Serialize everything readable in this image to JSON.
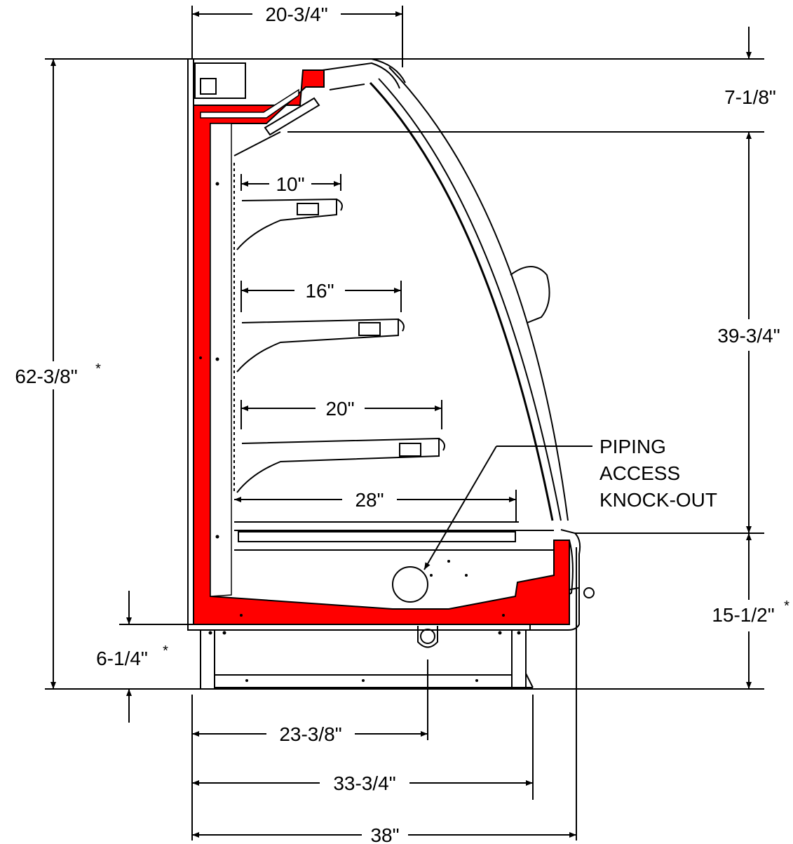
{
  "colors": {
    "insulation": "#ff0000",
    "line": "#000000",
    "background": "#ffffff"
  },
  "dimensions": {
    "top_width": "20-3/4\"",
    "canopy_height": "7-1/8\"",
    "display_height": "39-3/4\"",
    "overall_height": "62-3/8\"",
    "overall_height_star": "*",
    "base_height": "15-1/2\"",
    "base_height_star": "*",
    "leg_height": "6-1/4\"",
    "leg_height_star": "*",
    "shelf_top": "10\"",
    "shelf_middle": "16\"",
    "shelf_bottom": "20\"",
    "deck_depth": "28\"",
    "drain_position": "23-3/8\"",
    "leg_span": "33-3/4\"",
    "overall_depth": "38\""
  },
  "callout": {
    "line1": "PIPING",
    "line2": "ACCESS",
    "line3": "KNOCK-OUT"
  }
}
